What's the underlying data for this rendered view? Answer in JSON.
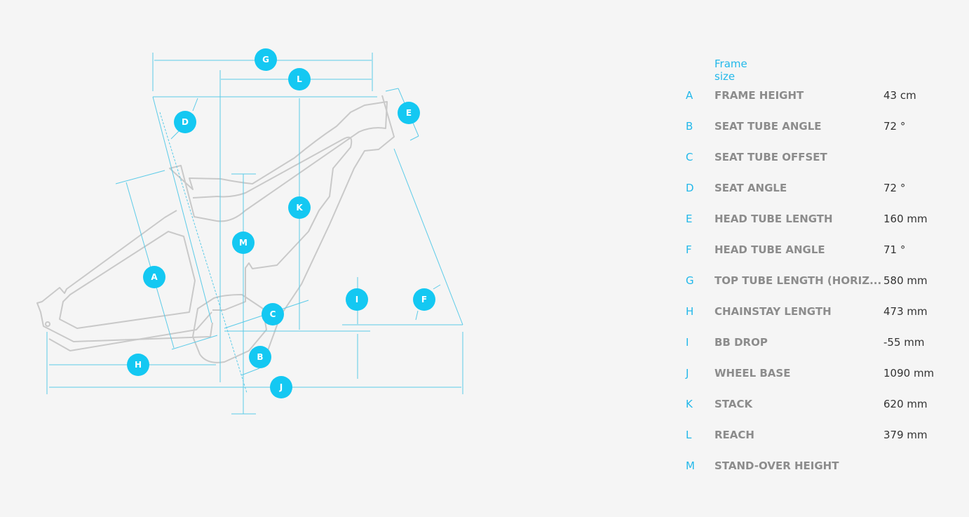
{
  "spec_table": {
    "title": "Frame size",
    "rows": [
      {
        "letter": "A",
        "label": "FRAME HEIGHT",
        "value": "43 cm"
      },
      {
        "letter": "B",
        "label": "SEAT TUBE ANGLE",
        "value": "72 °"
      },
      {
        "letter": "C",
        "label": "SEAT TUBE OFFSET",
        "value": ""
      },
      {
        "letter": "D",
        "label": "SEAT ANGLE",
        "value": "72 °"
      },
      {
        "letter": "E",
        "label": "HEAD TUBE LENGTH",
        "value": "160 mm"
      },
      {
        "letter": "F",
        "label": "HEAD TUBE ANGLE",
        "value": "71 °"
      },
      {
        "letter": "G",
        "label": "TOP TUBE LENGTH (HORIZ...",
        "value": "580 mm"
      },
      {
        "letter": "H",
        "label": "CHAINSTAY LENGTH",
        "value": "473 mm"
      },
      {
        "letter": "I",
        "label": "BB DROP",
        "value": "-55 mm"
      },
      {
        "letter": "J",
        "label": "WHEEL BASE",
        "value": "1090 mm"
      },
      {
        "letter": "K",
        "label": "STACK",
        "value": "620 mm"
      },
      {
        "letter": "L",
        "label": "REACH",
        "value": "379 mm"
      },
      {
        "letter": "M",
        "label": "STAND-OVER HEIGHT",
        "value": ""
      }
    ]
  },
  "diagram_badges": [
    "G",
    "L",
    "E",
    "D",
    "K",
    "M",
    "A",
    "I",
    "F",
    "C",
    "B",
    "H",
    "J"
  ],
  "colors": {
    "accent": "#14c8f2",
    "label": "#8c8c8c",
    "value": "#333333"
  }
}
